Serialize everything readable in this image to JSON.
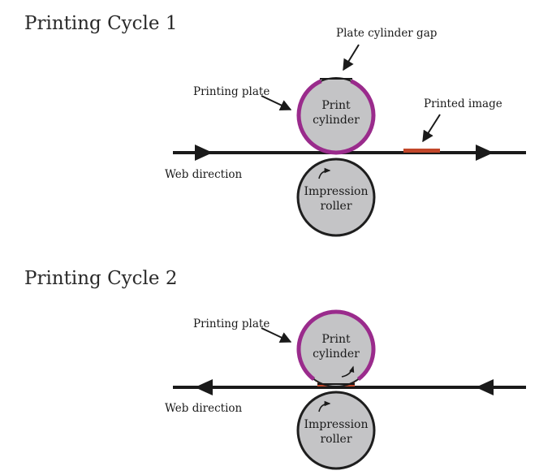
{
  "colors": {
    "web": "#1a1a1a",
    "plate": "#9a2b8c",
    "cylinder_fill": "#c4c4c6",
    "cylinder_stroke": "#1e1e1e",
    "ink": "#c2472a"
  },
  "cycle1": {
    "title": "Printing Cycle 1",
    "gap_label": "Plate cylinder gap",
    "plate_label": "Printing plate",
    "image_label": "Printed image",
    "web_label": "Web direction",
    "print_cylinder": [
      "Print",
      "cylinder"
    ],
    "impression_roller": [
      "Impression",
      "roller"
    ]
  },
  "cycle2": {
    "title": "Printing Cycle 2",
    "plate_label": "Printing plate",
    "web_label": "Web direction",
    "print_cylinder": [
      "Print",
      "cylinder"
    ],
    "impression_roller": [
      "Impression",
      "roller"
    ]
  }
}
